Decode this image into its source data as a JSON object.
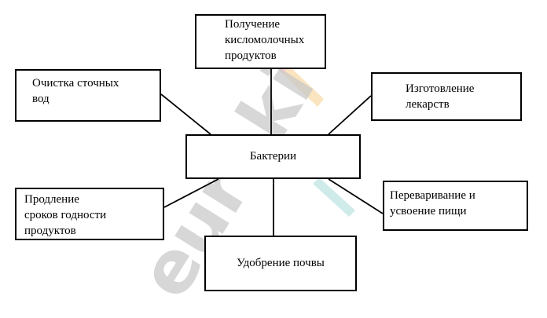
{
  "diagram": {
    "center": {
      "label": "Бактерии"
    },
    "nodes": [
      {
        "id": "dairy",
        "label": "Получение\nкисломолочных\nпродуктов"
      },
      {
        "id": "sewage",
        "label": "Очистка сточных\nвод"
      },
      {
        "id": "drugs",
        "label": "Изготовление\nлекарств"
      },
      {
        "id": "shelf",
        "label": "Продление\nсроков годности\nпродуктов"
      },
      {
        "id": "digest",
        "label": "Переваривание и\nусвоение пищи"
      },
      {
        "id": "soil",
        "label": "Удобрение почвы"
      }
    ],
    "edges": [
      {
        "from": "center",
        "to": "dairy"
      },
      {
        "from": "center",
        "to": "sewage"
      },
      {
        "from": "center",
        "to": "drugs"
      },
      {
        "from": "center",
        "to": "shelf"
      },
      {
        "from": "center",
        "to": "digest"
      },
      {
        "from": "center",
        "to": "soil"
      }
    ]
  },
  "watermark": {
    "text": "euroki"
  }
}
